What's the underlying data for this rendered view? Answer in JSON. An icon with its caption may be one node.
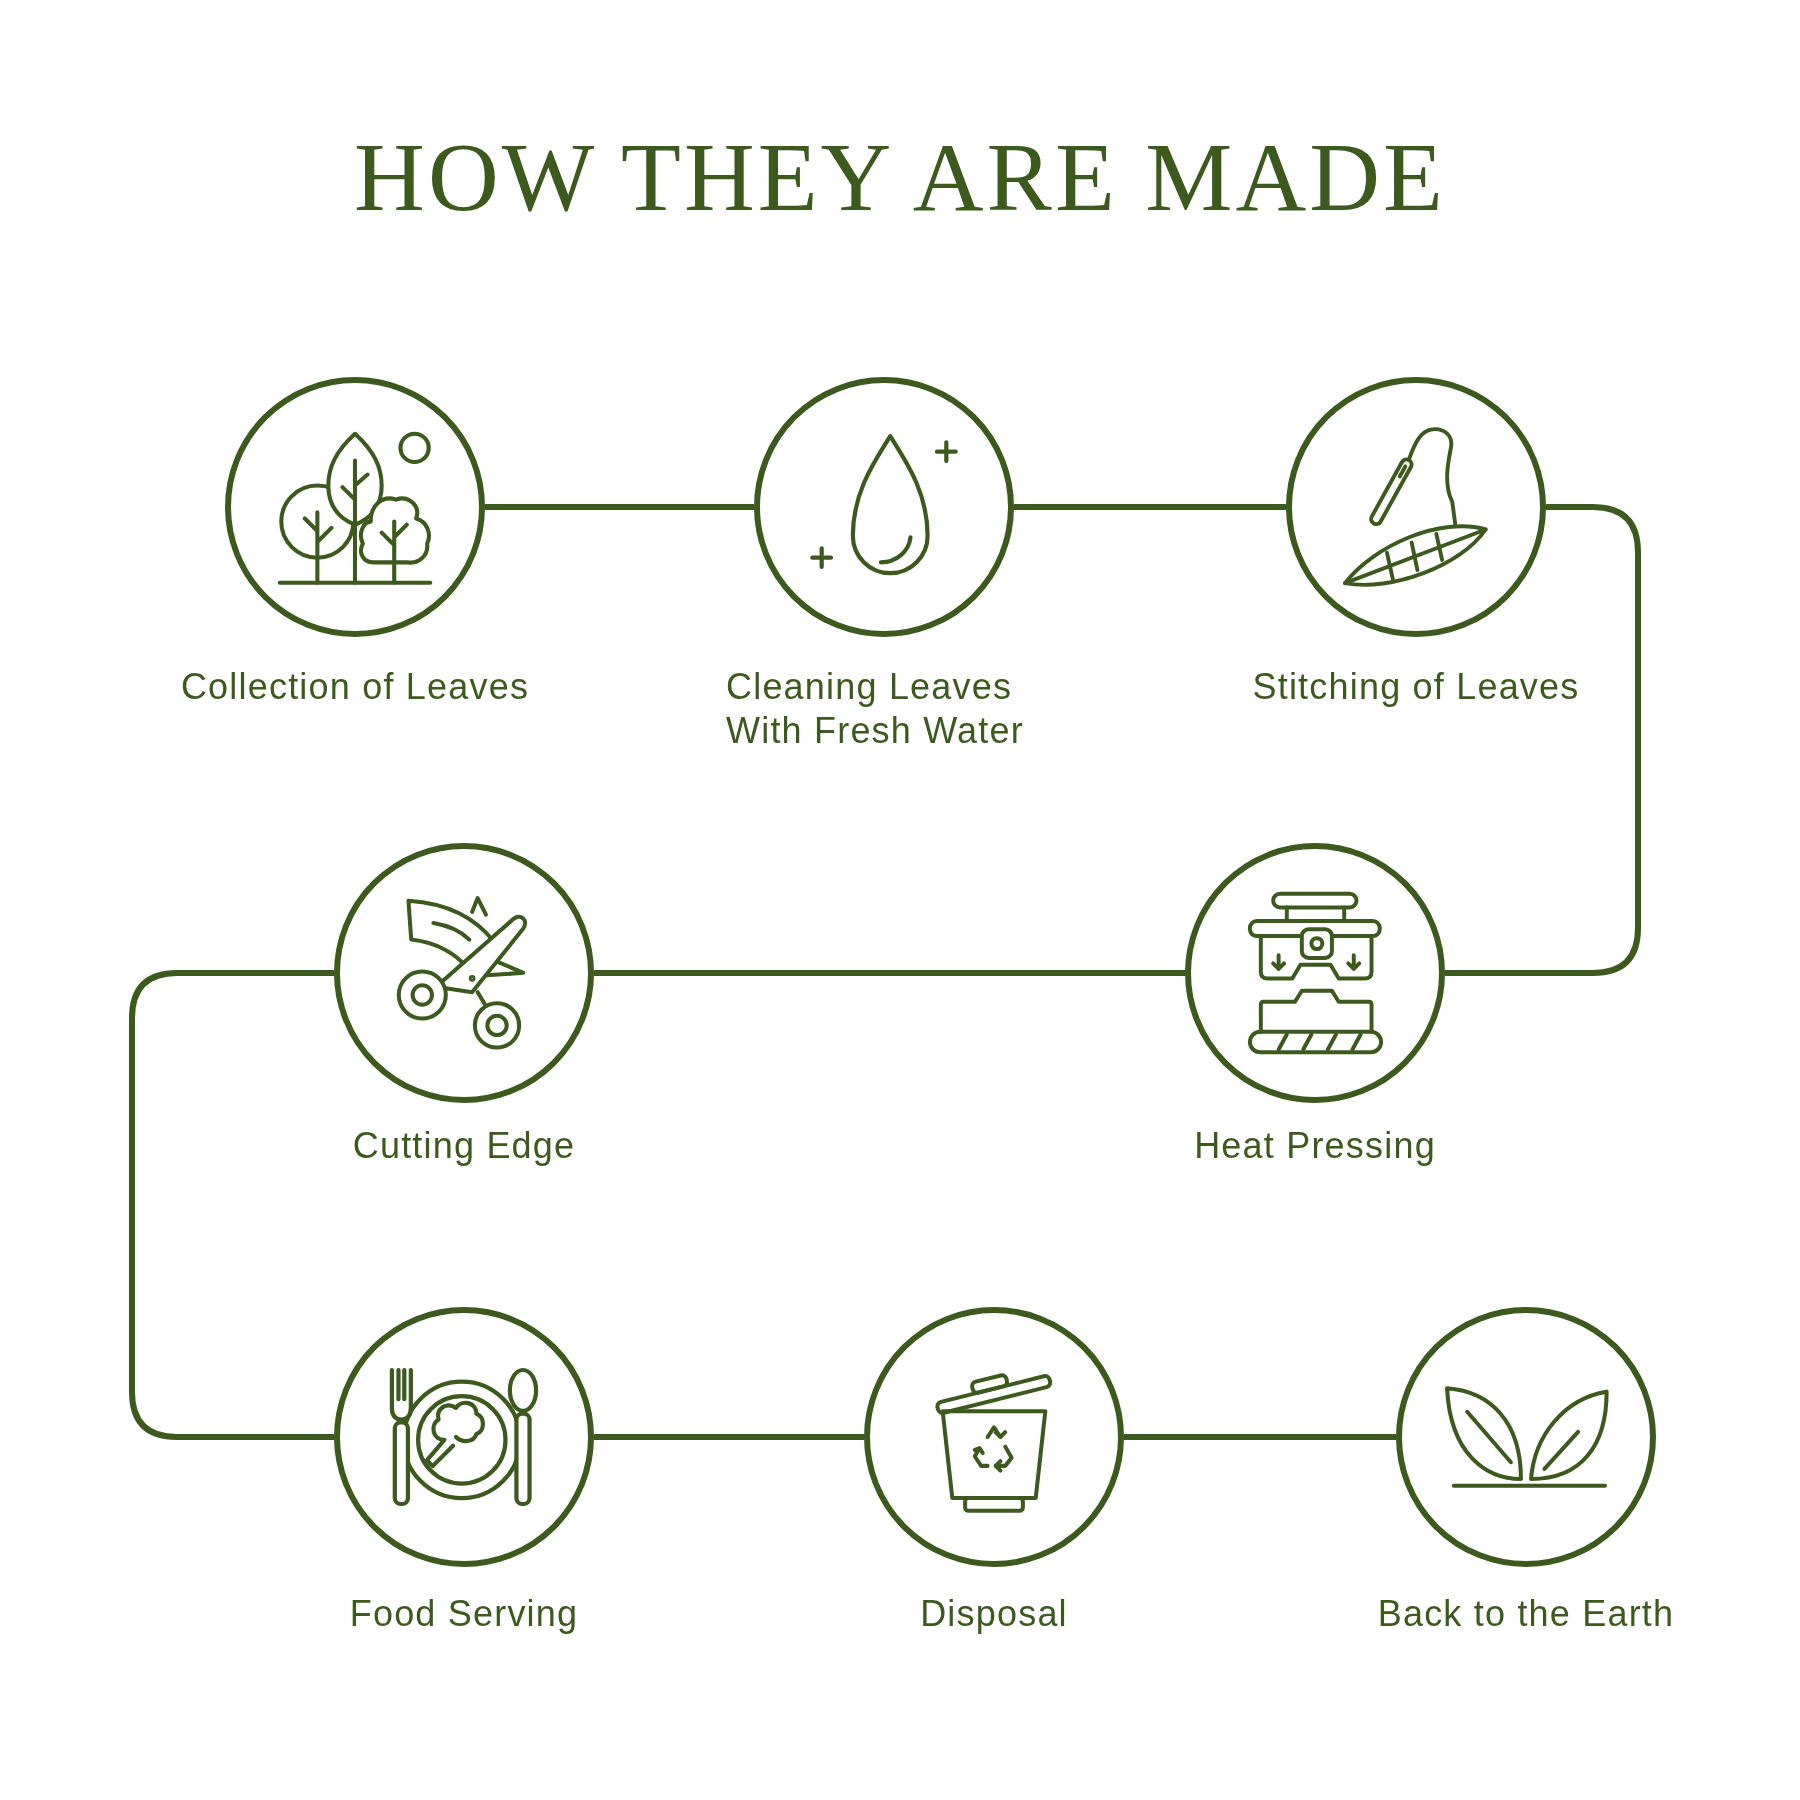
{
  "diagram": {
    "title": "HOW THEY ARE MADE",
    "nodes": [
      {
        "text": [
          "Collection of Leaves"
        ]
      },
      {
        "text": [
          "Cleaning Leaves With Fresh Water"
        ]
      },
      {
        "text": [
          "Stitching of Leaves"
        ]
      },
      {
        "text": [
          "Cutting Edge"
        ]
      },
      {
        "text": [
          "Heat Pressing"
        ]
      },
      {
        "text": [
          "Food Serving"
        ]
      },
      {
        "text": [
          "Disposal"
        ]
      },
      {
        "text": [
          "Back to the Earth"
        ]
      }
    ],
    "edges": [
      {
        "from": 0,
        "to": 1,
        "arrow": "none"
      },
      {
        "from": 1,
        "to": 2,
        "arrow": "none"
      },
      {
        "from": 2,
        "to": 4,
        "arrow": "none"
      },
      {
        "from": 4,
        "to": 3,
        "arrow": "none"
      },
      {
        "from": 3,
        "to": 5,
        "arrow": "none"
      },
      {
        "from": 5,
        "to": 6,
        "arrow": "none"
      },
      {
        "from": 6,
        "to": 7,
        "arrow": "none"
      }
    ]
  }
}
